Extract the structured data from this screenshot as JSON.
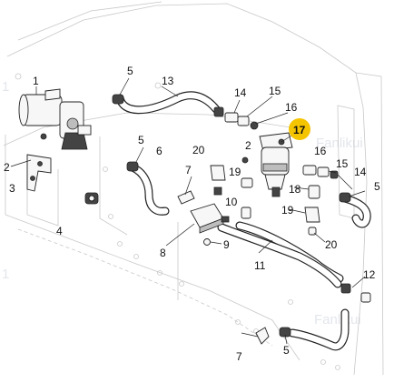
{
  "callouts": {
    "c1": "1",
    "c2_left": "2",
    "c3": "3",
    "c4": "4",
    "c5_top": "5",
    "c5_mid": "5",
    "c5_right": "5",
    "c5_bottom": "5",
    "c6": "6",
    "c7_mid": "7",
    "c7_bottom": "7",
    "c8": "8",
    "c9": "9",
    "c10": "10",
    "c11": "11",
    "c12": "12",
    "c13": "13",
    "c14_top": "14",
    "c14_right": "14",
    "c15_top": "15",
    "c15_right": "15",
    "c16_top": "16",
    "c16_right": "16",
    "c17": "17",
    "c18": "18",
    "c19_mid": "19",
    "c19_right": "19",
    "c20_mid": "20",
    "c20_right": "20",
    "c2_mid": "2"
  },
  "highlight_color": "#f5c400",
  "watermarks": [
    "1",
    "Fanlikui",
    "1",
    "Fanlikui"
  ]
}
